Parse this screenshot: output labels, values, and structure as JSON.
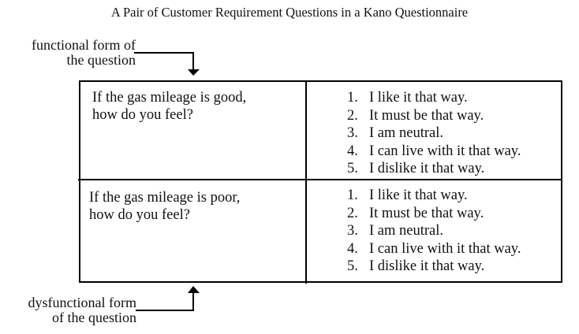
{
  "title": "A Pair of Customer Requirement Questions in a Kano Questionnaire",
  "labels": {
    "functional": [
      "functional form of",
      "the question"
    ],
    "dysfunctional": [
      "dysfunctional form",
      "of the question"
    ]
  },
  "questions": [
    {
      "text": [
        "If the gas mileage is good,",
        "how do you feel?"
      ],
      "options": [
        "1.",
        "I like it that way.",
        "2.",
        "It must be that way.",
        "3.",
        "I am neutral.",
        "4.",
        "I can live with it that way.",
        "5.",
        "I dislike it that way."
      ]
    },
    {
      "text": [
        "If the gas mileage is poor,",
        "how do you feel?"
      ],
      "options": [
        "1.",
        "I like it that way.",
        "2.",
        "It must be that way.",
        "3.",
        "I am neutral.",
        "4.",
        "I can live with it that way.",
        "5.",
        "I dislike it that way."
      ]
    }
  ]
}
